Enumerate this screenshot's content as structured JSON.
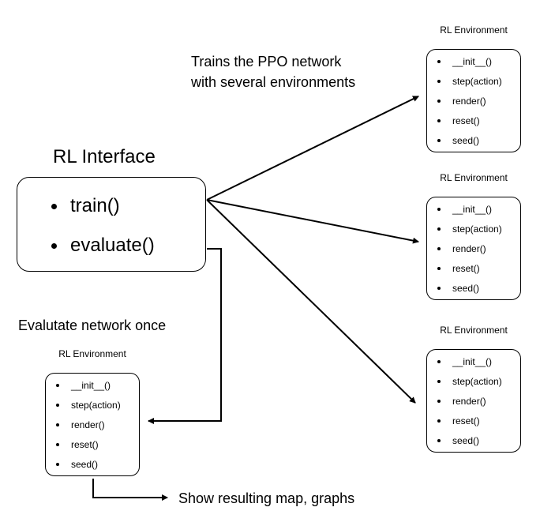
{
  "interface": {
    "title": "RL Interface",
    "methods": [
      "train()",
      "evaluate()"
    ]
  },
  "annotations": {
    "train_line1": "Trains the PPO network",
    "train_line2": "with several environments",
    "evaluate": "Evalutate network once",
    "result": "Show resulting map, graphs"
  },
  "environment": {
    "title": "RL Environment",
    "methods": [
      "__init__()",
      "step(action)",
      "render()",
      "reset()",
      "seed()"
    ]
  },
  "colors": {
    "stroke": "#000000",
    "background": "#ffffff"
  }
}
